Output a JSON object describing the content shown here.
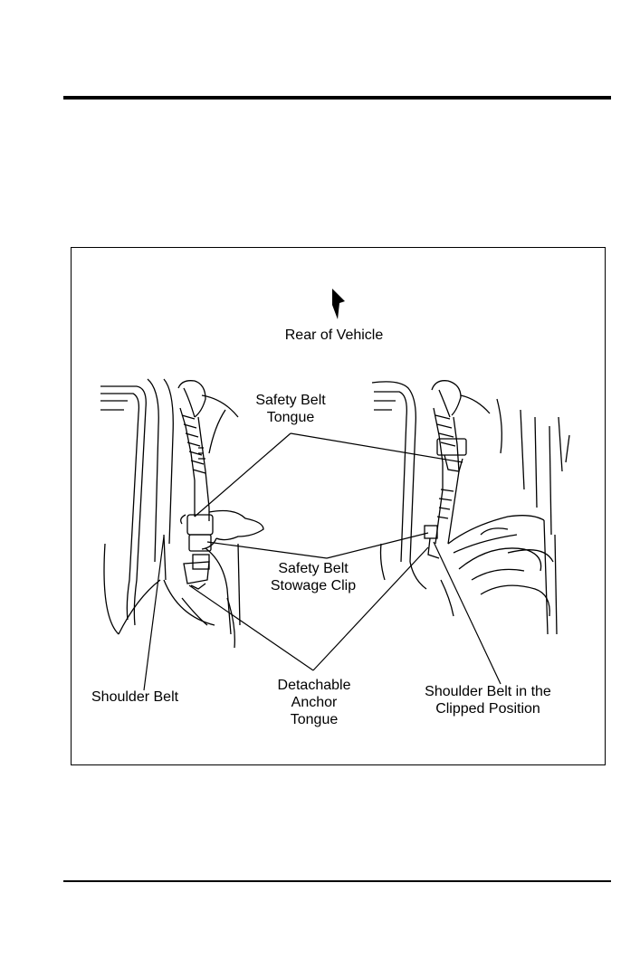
{
  "figure": {
    "labels": {
      "rear_of_vehicle": "Rear of Vehicle",
      "safety_belt_tongue": "Safety Belt\nTongue",
      "safety_belt_stowage_clip": "Safety Belt\nStowage Clip",
      "shoulder_belt": "Shoulder Belt",
      "detachable_anchor_tongue": "Detachable\nAnchor\nTongue",
      "shoulder_belt_clipped": "Shoulder Belt in the\nClipped Position"
    },
    "icons": {
      "direction": "arrow-icon"
    }
  }
}
